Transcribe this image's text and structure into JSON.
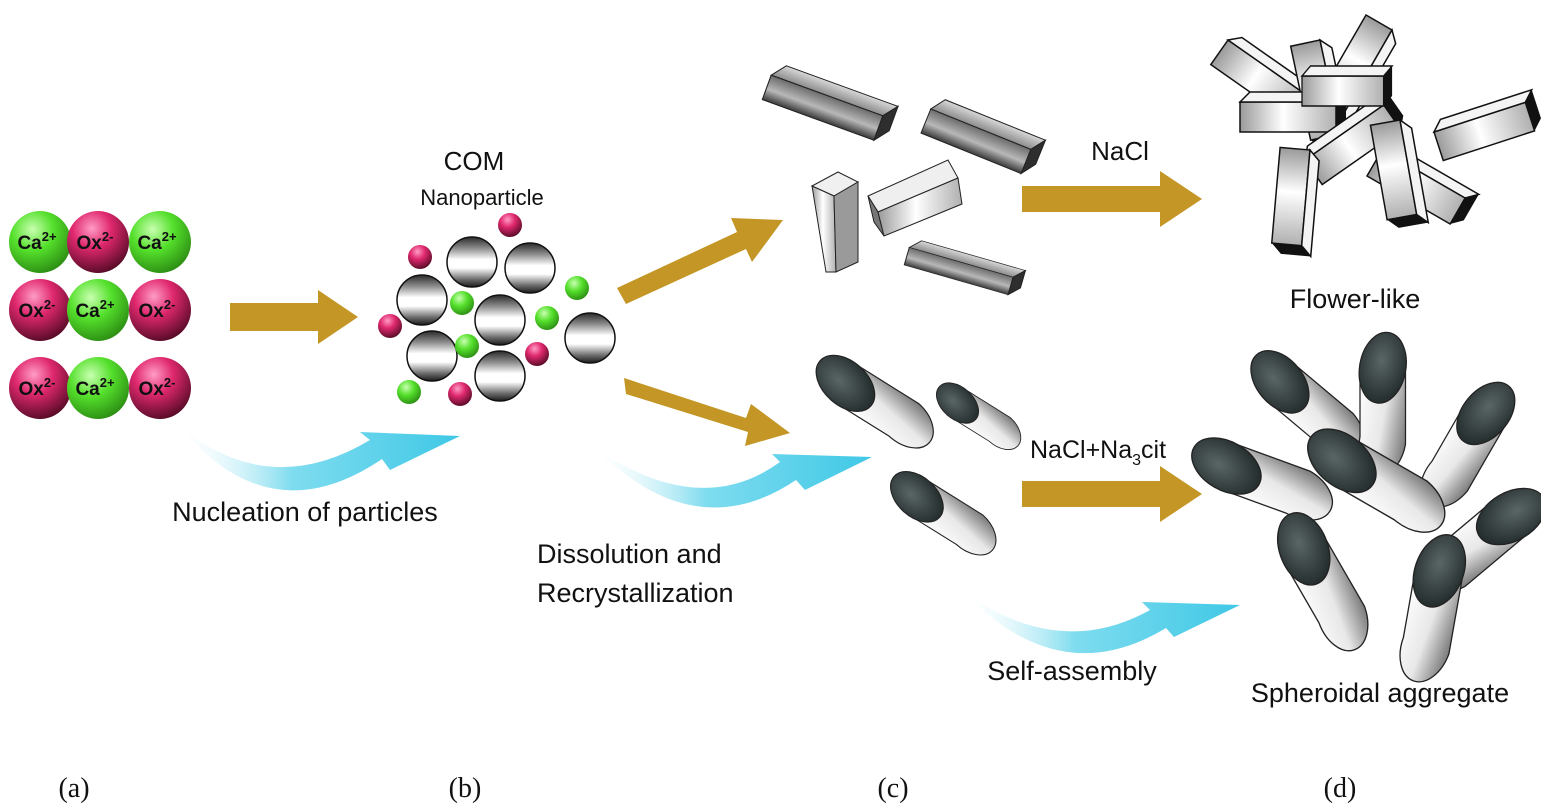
{
  "ions": {
    "rows": [
      [
        {
          "base": "Ca",
          "sup": "2+",
          "kind": "ca"
        },
        {
          "base": "Ox",
          "sup": "2-",
          "kind": "ox"
        },
        {
          "base": "Ca",
          "sup": "2+",
          "kind": "ca"
        }
      ],
      [
        {
          "base": "Ox",
          "sup": "2-",
          "kind": "ox"
        },
        {
          "base": "Ca",
          "sup": "2+",
          "kind": "ca"
        },
        {
          "base": "Ox",
          "sup": "2-",
          "kind": "ox"
        }
      ],
      [
        {
          "base": "Ox",
          "sup": "2-",
          "kind": "ox"
        },
        {
          "base": "Ca",
          "sup": "2+",
          "kind": "ca"
        },
        {
          "base": "Ox",
          "sup": "2-",
          "kind": "ox"
        }
      ]
    ]
  },
  "labels": {
    "com": "COM",
    "nanoparticle": "Nanoparticle",
    "nucleation": "Nucleation of particles",
    "dissolution_line1": "Dissolution and",
    "dissolution_line2": "Recrystallization",
    "nacl": "NaCl",
    "nacl_cit_prefix": "NaCl+Na",
    "nacl_cit_sub": "3",
    "nacl_cit_suffix": "cit",
    "flower": "Flower-like",
    "self_assembly": "Self-assembly",
    "spheroidal": "Spheroidal aggregate"
  },
  "panels": [
    "(a)",
    "(b)",
    "(c)",
    "(d)"
  ],
  "colors": {
    "ca_ion": "#44dd22",
    "ox_ion": "#e0286e",
    "process_arrow": "#c39626",
    "flow_arrow": "#6ad8ec"
  }
}
